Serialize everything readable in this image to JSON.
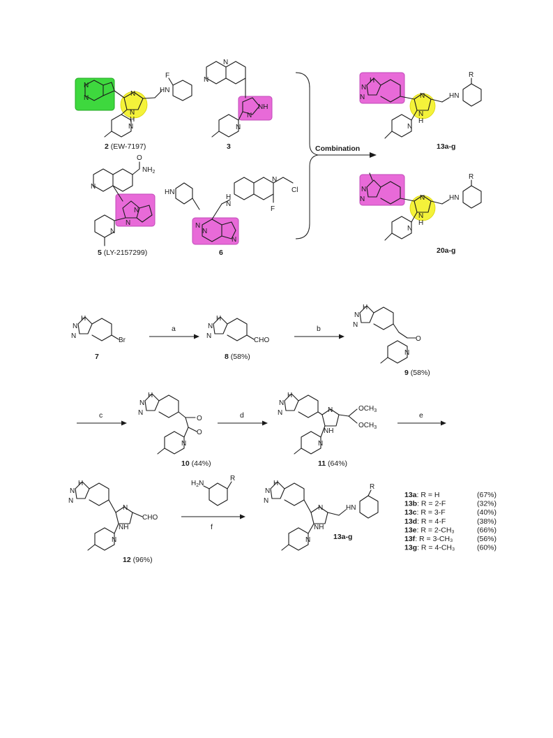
{
  "top_panel": {
    "compound_2": {
      "num": "2",
      "name": "(EW-7197)"
    },
    "compound_3": {
      "num": "3"
    },
    "compound_5": {
      "num": "5",
      "name": "(LY-2157299)"
    },
    "compound_6": {
      "num": "6"
    },
    "combination_label": "Combination",
    "target_13": "13a-g",
    "target_20": "20a-g"
  },
  "atoms": {
    "N": "N",
    "NH": "NH",
    "H": "H",
    "HN": "HN",
    "F": "F",
    "Cl": "Cl",
    "NH2": "NH",
    "sub2": "2",
    "O": "O",
    "R": "R",
    "CHO": "CHO",
    "Br": "Br",
    "OCH3": "OCH",
    "sub3": "3",
    "H2N": "H"
  },
  "scheme": {
    "compound_7": {
      "num": "7"
    },
    "compound_8": {
      "num": "8",
      "yield": "(58%)"
    },
    "compound_9": {
      "num": "9",
      "yield": "(58%)"
    },
    "compound_10": {
      "num": "10",
      "yield": "(44%)"
    },
    "compound_11": {
      "num": "11",
      "yield": "(64%)"
    },
    "compound_12": {
      "num": "12",
      "yield": "(96%)"
    },
    "compound_13": {
      "num": "13a-g"
    },
    "steps": [
      "a",
      "b",
      "c",
      "d",
      "e",
      "f"
    ]
  },
  "yields_table": [
    {
      "id": "13a",
      "r": ": R = H",
      "yield": "(67%)"
    },
    {
      "id": "13b",
      "r": ": R = 2-F",
      "yield": "(32%)"
    },
    {
      "id": "13c",
      "r": ": R = 3-F",
      "yield": "(40%)"
    },
    {
      "id": "13d",
      "r": ": R = 4-F",
      "yield": "(38%)"
    },
    {
      "id": "13e",
      "r": ": R = 2-CH₃",
      "yield": "(66%)"
    },
    {
      "id": "13f",
      "r": ": R = 3-CH₃",
      "yield": "(56%)"
    },
    {
      "id": "13g",
      "r": ": R = 4-CH₃",
      "yield": "(60%)"
    }
  ],
  "colors": {
    "highlight_pink": "#e86ad8",
    "highlight_green": "#3ed83e",
    "highlight_yellow": "#f4f23a"
  }
}
